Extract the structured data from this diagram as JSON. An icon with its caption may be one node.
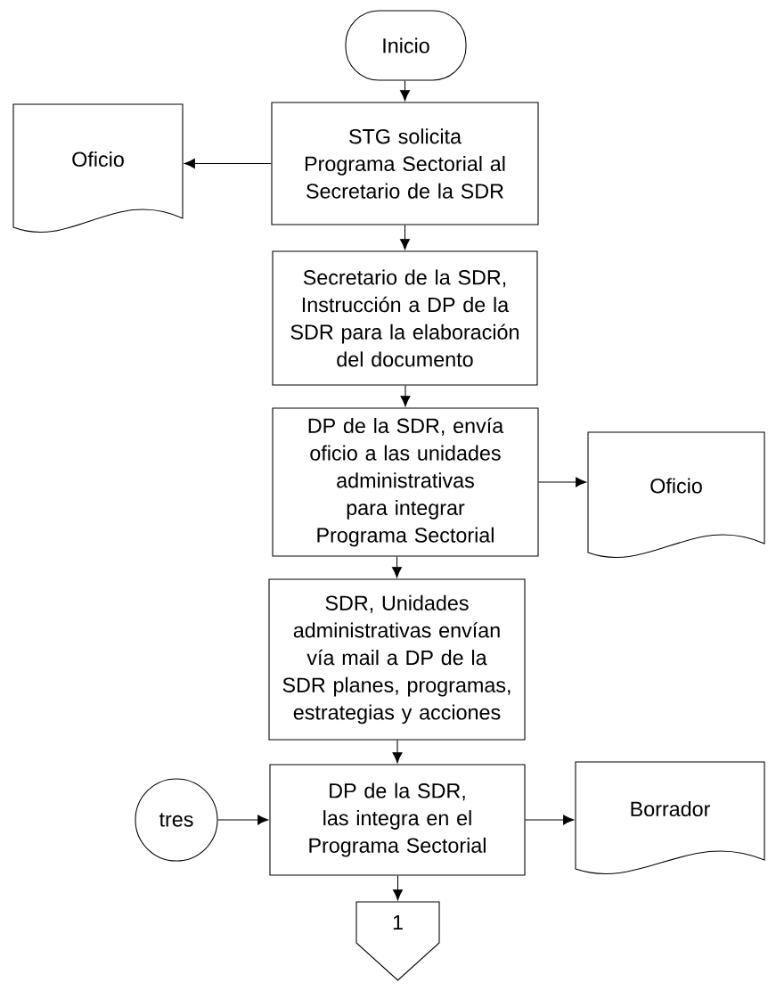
{
  "diagram": {
    "nodes": [
      {
        "text": [
          "Inicio"
        ]
      },
      {
        "text": [
          "Oficio"
        ]
      },
      {
        "text": [
          "STG solicita Programa Sectorial al Secretario de la SDR"
        ]
      },
      {
        "text": [
          "Secretario de la SDR, Instrucción a DP de la SDR para la elaboración del documento"
        ]
      },
      {
        "text": [
          "DP de la SDR, envía oficio a las unidades administrativas para integrar Programa Sectorial"
        ]
      },
      {
        "text": [
          "Oficio"
        ]
      },
      {
        "text": [
          "SDR, Unidades administrativas envían vía mail a DP de la SDR planes, programas, estrategias y acciones"
        ]
      },
      {
        "text": [
          "DP de la SDR, las integra en el Programa Sectorial"
        ]
      },
      {
        "text": [
          "tres"
        ]
      },
      {
        "text": [
          "Borrador"
        ]
      },
      {
        "text": [
          "1"
        ]
      }
    ],
    "edges": [
      {
        "from": 0,
        "to": 2,
        "arrow": "to"
      },
      {
        "from": 2,
        "to": 1,
        "arrow": "to"
      },
      {
        "from": 2,
        "to": 3,
        "arrow": "to"
      },
      {
        "from": 3,
        "to": 4,
        "arrow": "to"
      },
      {
        "from": 4,
        "to": 5,
        "arrow": "to"
      },
      {
        "from": 4,
        "to": 6,
        "arrow": "to"
      },
      {
        "from": 6,
        "to": 7,
        "arrow": "to"
      },
      {
        "from": 8,
        "to": 7,
        "arrow": "to"
      },
      {
        "from": 7,
        "to": 9,
        "arrow": "to"
      },
      {
        "from": 7,
        "to": 10,
        "arrow": "to"
      }
    ]
  }
}
